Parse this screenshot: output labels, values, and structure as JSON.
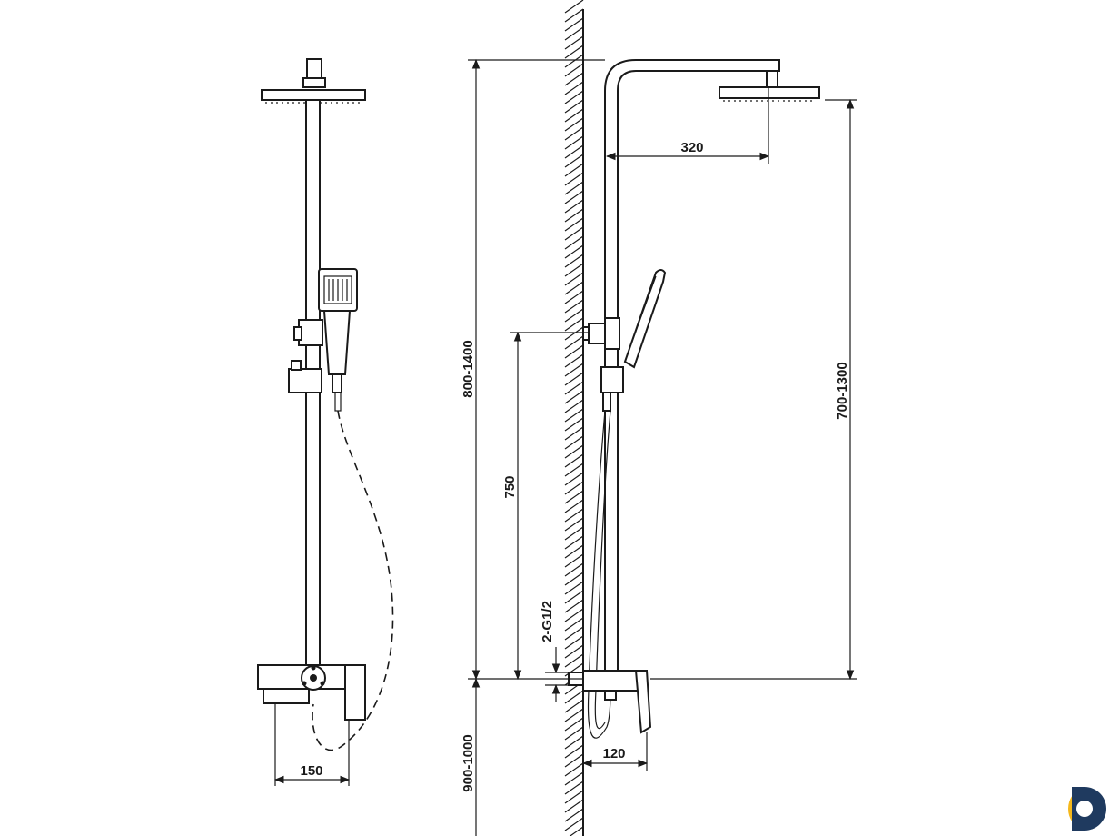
{
  "dimensions": {
    "front_width": "150",
    "arm_length": "320",
    "total_height_range": "800-1400",
    "showerhead_height_range": "700-1300",
    "holder_height": "750",
    "inlet_thread": "2-G1/2",
    "mixer_height_range": "900-1000",
    "mixer_depth": "120"
  },
  "brand": {
    "logo_colors": {
      "primary": "#f5b81c",
      "secondary": "#1f3a5f"
    }
  }
}
